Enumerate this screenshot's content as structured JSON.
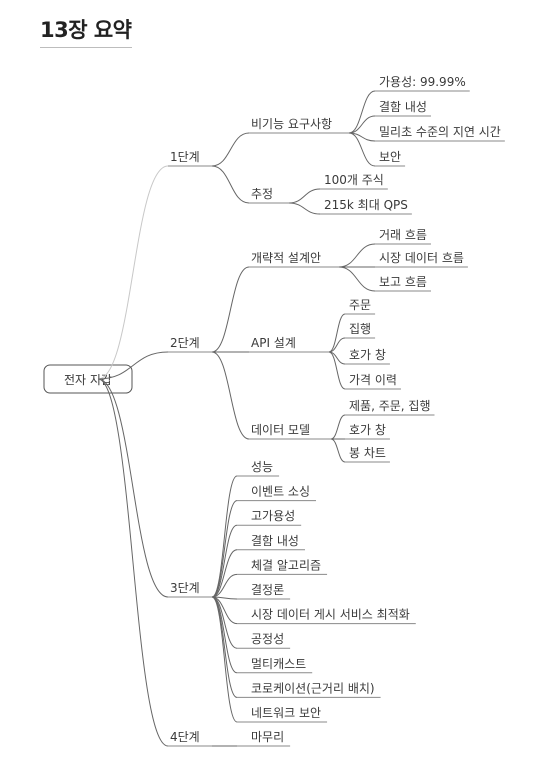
{
  "title": "13장 요약",
  "root": "전자 지갑",
  "stages": [
    {
      "label": "1단계",
      "children": [
        {
          "label": "비기능 요구사항",
          "children": [
            "가용성: 99.99%",
            "결함 내성",
            "밀리초 수준의 지연 시간",
            "보안"
          ]
        },
        {
          "label": "추정",
          "children": [
            "100개 주식",
            "215k 최대 QPS"
          ]
        }
      ]
    },
    {
      "label": "2단계",
      "children": [
        {
          "label": "개략적 설계안",
          "children": [
            "거래 흐름",
            "시장 데이터 흐름",
            "보고 흐름"
          ]
        },
        {
          "label": "API 설계",
          "children": [
            "주문",
            "집행",
            "호가 창",
            "가격 이력"
          ]
        },
        {
          "label": "데이터 모델",
          "children": [
            "제품, 주문, 집행",
            "호가 창",
            "봉 차트"
          ]
        }
      ]
    },
    {
      "label": "3단계",
      "children": [
        {
          "label": "성능"
        },
        {
          "label": "이벤트 소싱"
        },
        {
          "label": "고가용성"
        },
        {
          "label": "결함 내성"
        },
        {
          "label": "체결 알고리즘"
        },
        {
          "label": "결정론"
        },
        {
          "label": "시장 데이터 게시 서비스 최적화"
        },
        {
          "label": "공정성"
        },
        {
          "label": "멀티캐스트"
        },
        {
          "label": "코로케이션(근거리 배치)"
        },
        {
          "label": "네트워크 보안"
        }
      ]
    },
    {
      "label": "4단계",
      "children": [
        {
          "label": "마무리"
        }
      ]
    }
  ]
}
